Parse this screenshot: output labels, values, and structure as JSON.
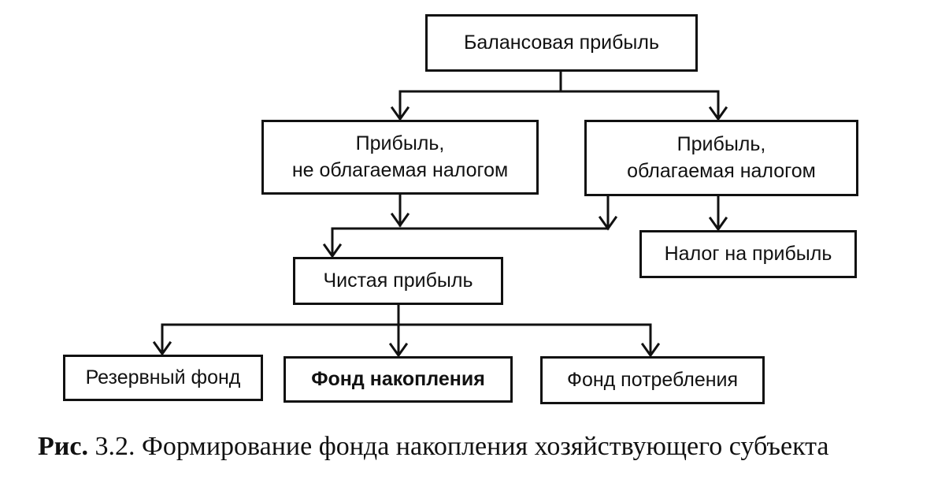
{
  "diagram": {
    "top": "Балансовая прибыль",
    "untaxed": {
      "line1": "Прибыль,",
      "line2": "не облагаемая налогом"
    },
    "taxed": {
      "line1": "Прибыль,",
      "line2": "облагаемая налогом"
    },
    "net": "Чистая прибыль",
    "tax": "Налог на прибыль",
    "reserve": "Резервный фонд",
    "accumulation": "Фонд накопления",
    "consumption": "Фонд потребления"
  },
  "caption": {
    "prefix": "Рис.",
    "text": "3.2. Формирование фонда накопления хозяйствующего субъекта"
  }
}
